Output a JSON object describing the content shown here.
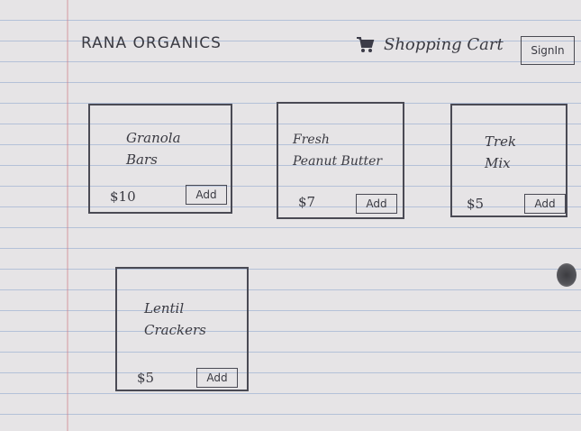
{
  "header": {
    "logo": "RANA ORGANICS",
    "cart_label": "Shopping Cart",
    "signin_label": "SignIn"
  },
  "products": [
    {
      "name": "Granola\nBars",
      "price": "$10",
      "add_label": "Add"
    },
    {
      "name": "Fresh\nPeanut Butter",
      "price": "$7",
      "add_label": "Add"
    },
    {
      "name": "Trek\nMix",
      "price": "$5",
      "add_label": "Add"
    },
    {
      "name": "Lentil\nCrackers",
      "price": "$5",
      "add_label": "Add"
    }
  ],
  "icons": {
    "cart": "shopping-cart-icon"
  },
  "colors": {
    "ink": "#3a3a42",
    "paper": "#e6e4e6"
  }
}
